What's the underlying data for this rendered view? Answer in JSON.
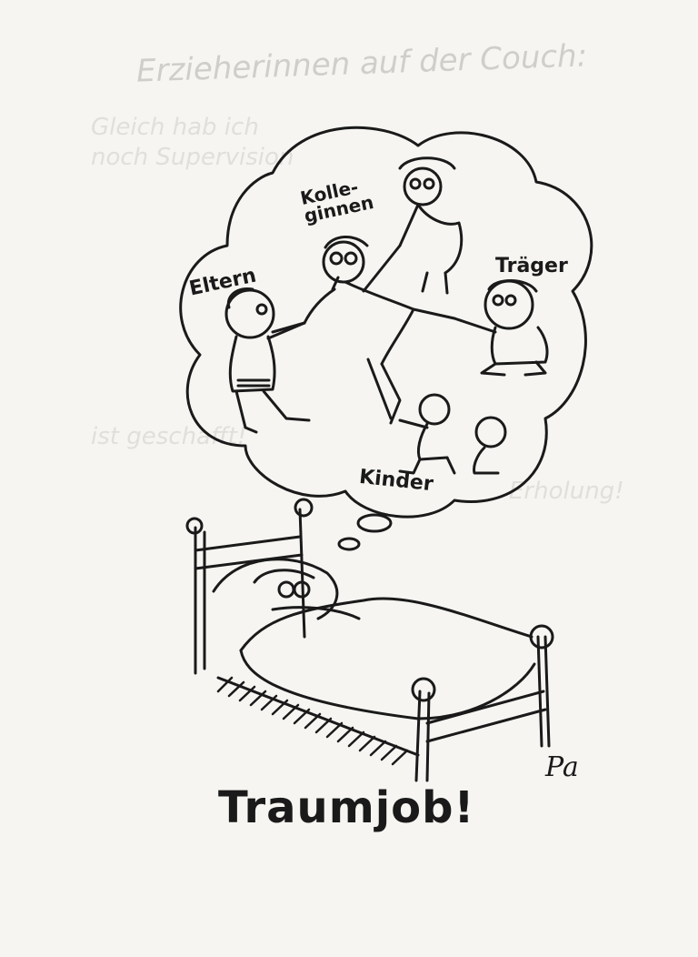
{
  "caption": "Traumjob!",
  "signature": "Pa",
  "thought_labels": {
    "colleagues": "Kolle-\nginnen",
    "parents": "Eltern",
    "carrier": "Träger",
    "children": "Kinder"
  },
  "bleed_through": {
    "title": "Erzieherinnen auf der Couch:",
    "line1": "Gleich hab ich",
    "line2": "noch Supervision",
    "line3": "ist geschafft!",
    "line4": "Erholung!"
  }
}
